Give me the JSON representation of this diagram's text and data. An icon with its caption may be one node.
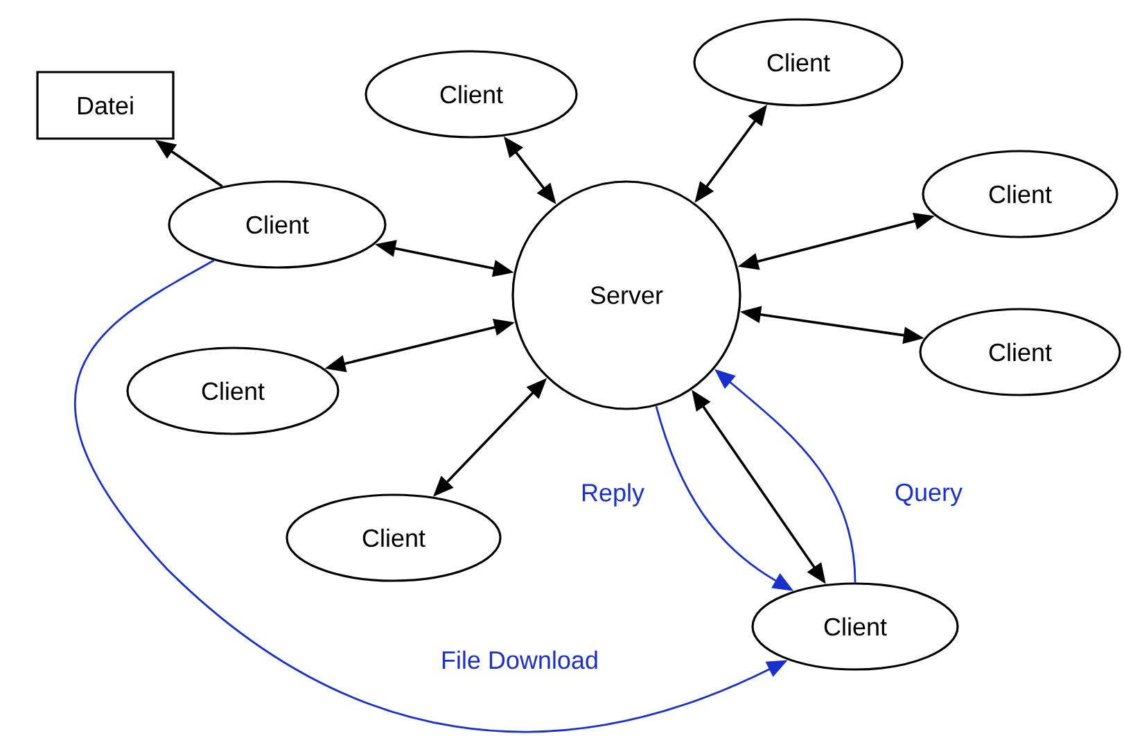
{
  "diagram": {
    "nodes": [
      {
        "text": [
          "Datei"
        ]
      },
      {
        "text": [
          "Client"
        ]
      },
      {
        "text": [
          "Client"
        ]
      },
      {
        "text": [
          "Client"
        ]
      },
      {
        "text": [
          "Client"
        ]
      },
      {
        "text": [
          "Server"
        ]
      },
      {
        "text": [
          "Client"
        ]
      },
      {
        "text": [
          "Client"
        ]
      },
      {
        "text": [
          "Client"
        ]
      },
      {
        "text": [
          "Client"
        ]
      }
    ],
    "edges": [
      {
        "from": 3,
        "to": 0,
        "arrow": "to"
      },
      {
        "from": 1,
        "to": 5,
        "arrow": "both"
      },
      {
        "from": 2,
        "to": 5,
        "arrow": "both"
      },
      {
        "from": 3,
        "to": 5,
        "arrow": "both"
      },
      {
        "from": 4,
        "to": 5,
        "arrow": "both"
      },
      {
        "from": 6,
        "to": 5,
        "arrow": "both"
      },
      {
        "from": 7,
        "to": 5,
        "arrow": "both"
      },
      {
        "from": 8,
        "to": 5,
        "arrow": "both"
      },
      {
        "from": 9,
        "to": 5,
        "arrow": "both"
      },
      {
        "from": 5,
        "to": 9,
        "arrow": "to",
        "label": "Reply",
        "color": "#1a2fd0"
      },
      {
        "from": 9,
        "to": 5,
        "arrow": "to",
        "label": "Query",
        "color": "#1a2fd0"
      },
      {
        "from": 3,
        "to": 9,
        "arrow": "to",
        "label": "File Download",
        "color": "#1a2fd0"
      }
    ]
  }
}
